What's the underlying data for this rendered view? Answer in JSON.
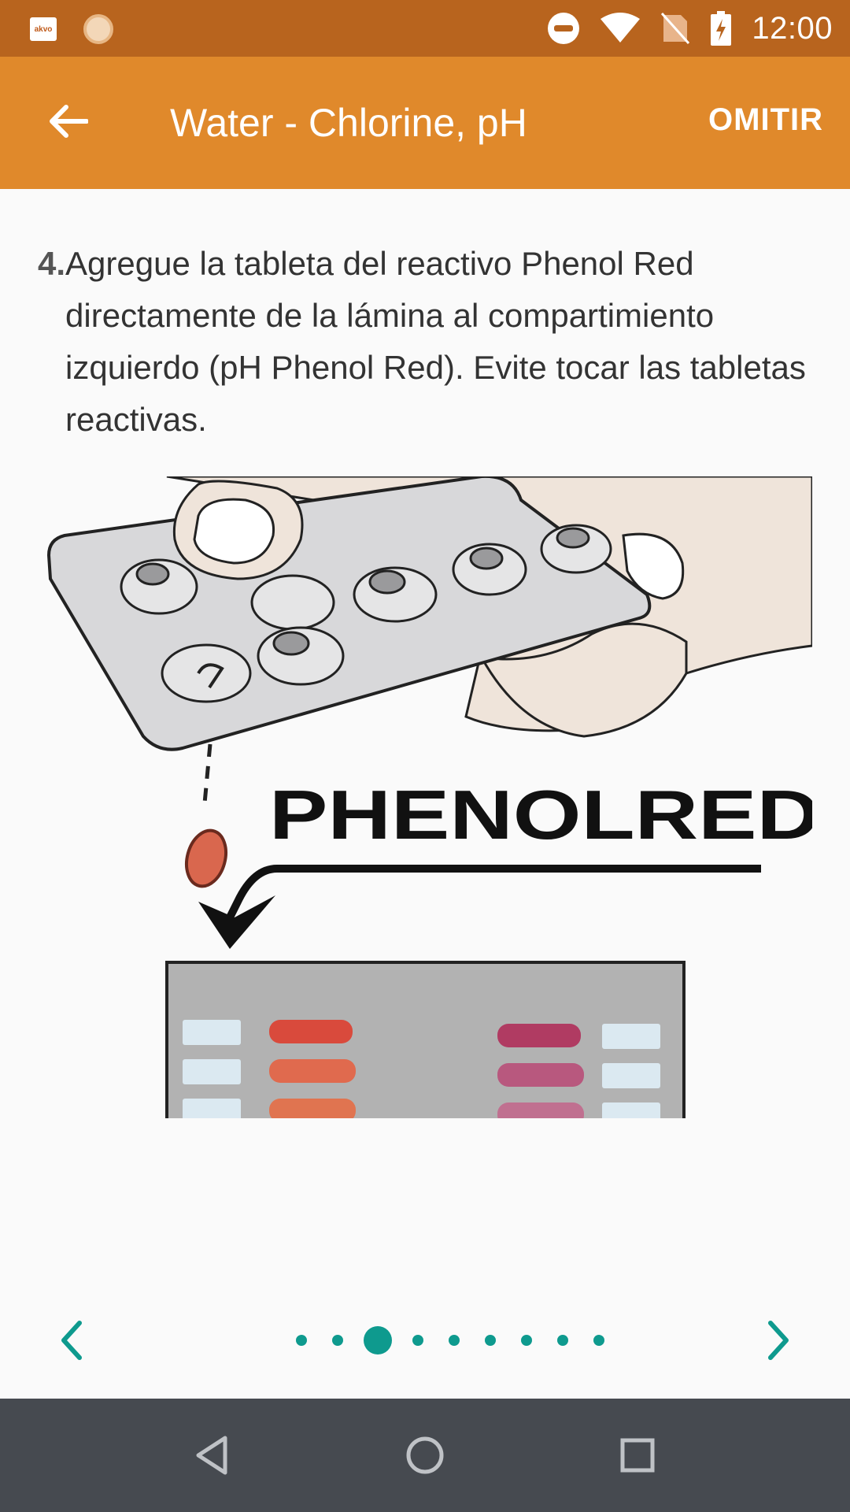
{
  "status_bar": {
    "app_icon_label": "akvo",
    "time": "12:00"
  },
  "app_bar": {
    "title": "Water - Chlorine, pH",
    "skip_label": "OMITIR"
  },
  "step": {
    "number": "4.",
    "text": "Agregue la tableta del reactivo Phenol Red directamente de la lámina al compartimiento izquierdo (pH Phenol Red). Evite tocar las tabletas reactivas."
  },
  "illustration": {
    "label": "PHENOLRED"
  },
  "pager": {
    "total_pages": 9,
    "current_index": 2,
    "accent_color": "#0e9a8e"
  },
  "colors": {
    "status_bar": "#b8641e",
    "app_bar": "#e0892b",
    "nav_bar": "#464a50"
  }
}
